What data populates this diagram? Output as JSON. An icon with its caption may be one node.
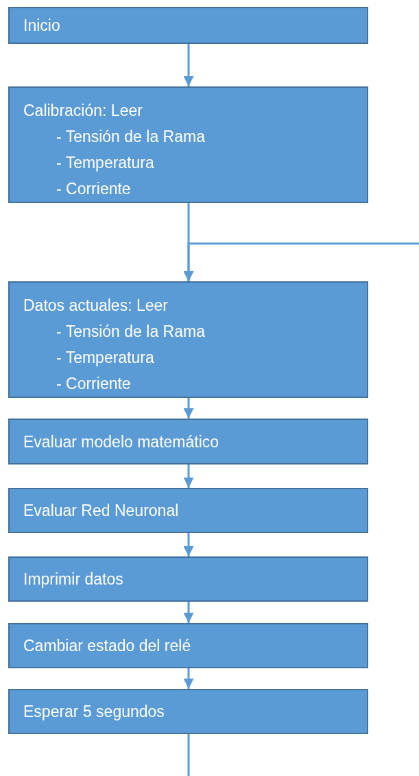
{
  "diagram": {
    "nodes": [
      {
        "text": [
          "Inicio"
        ]
      },
      {
        "text": [
          "Calibración: Leer",
          "- Tensión de la Rama",
          "- Temperatura",
          "- Corriente"
        ]
      },
      {
        "text": [
          "Datos actuales: Leer",
          "- Tensión de la Rama",
          "- Temperatura",
          "- Corriente"
        ]
      },
      {
        "text": [
          "Evaluar modelo matemático"
        ]
      },
      {
        "text": [
          "Evaluar Red Neuronal"
        ]
      },
      {
        "text": [
          "Imprimir datos"
        ]
      },
      {
        "text": [
          "Cambiar estado del relé"
        ]
      },
      {
        "text": [
          "Esperar 5 segundos"
        ]
      }
    ],
    "edges": [
      {
        "from": 0,
        "to": 1,
        "arrow": "to"
      },
      {
        "from": 1,
        "to": 2,
        "arrow": "to"
      },
      {
        "from": null,
        "to": 2,
        "arrow": "to"
      },
      {
        "from": 2,
        "to": 3,
        "arrow": "to"
      },
      {
        "from": 3,
        "to": 4,
        "arrow": "to"
      },
      {
        "from": 4,
        "to": 5,
        "arrow": "to"
      },
      {
        "from": 5,
        "to": 6,
        "arrow": "to"
      },
      {
        "from": 6,
        "to": 7,
        "arrow": "to"
      },
      {
        "from": 7,
        "to": null,
        "arrow": "none"
      }
    ]
  }
}
